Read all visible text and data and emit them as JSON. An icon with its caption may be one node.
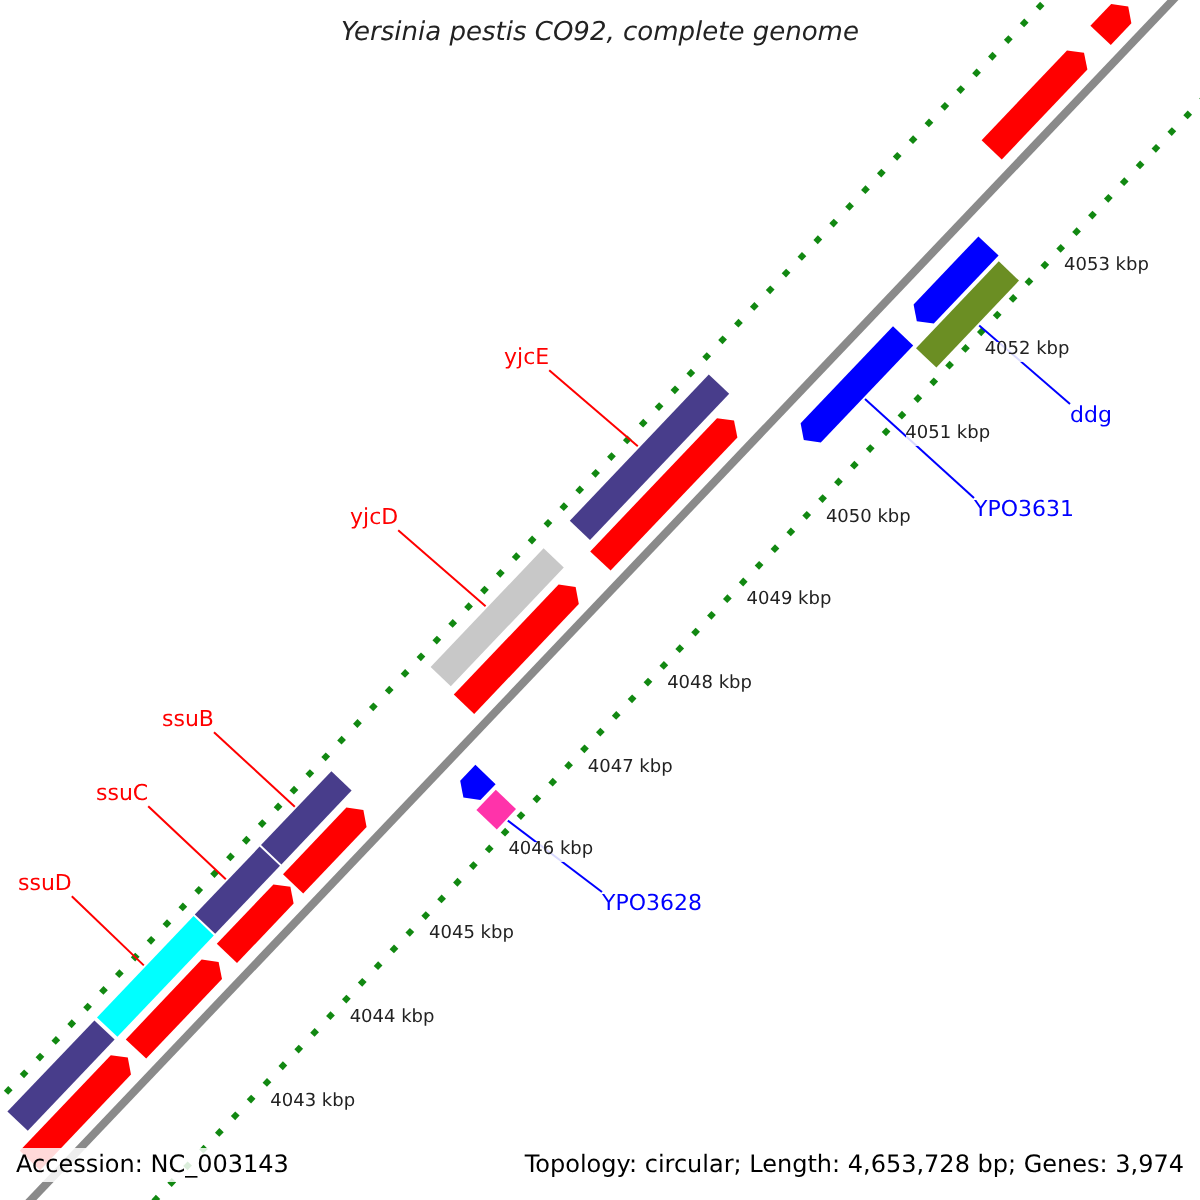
{
  "diagram": {
    "title": "Yersinia pestis CO92, complete genome",
    "nodes": [
      {
        "text": [
          "yjcE"
        ]
      },
      {
        "text": [],
        "shape": "bar"
      },
      {
        "text": [
          "ddg"
        ]
      },
      {
        "text": [],
        "shape": "bar"
      },
      {
        "text": [
          "YPO3631"
        ]
      },
      {
        "text": [],
        "shape": "bar"
      },
      {
        "text": [
          "yjcD"
        ]
      },
      {
        "text": [],
        "shape": "bar"
      },
      {
        "text": [
          "ssuB"
        ]
      },
      {
        "text": [],
        "shape": "bar"
      },
      {
        "text": [
          "ssuC"
        ]
      },
      {
        "text": [],
        "shape": "bar"
      },
      {
        "text": [
          "ssuD"
        ]
      },
      {
        "text": [],
        "shape": "bar"
      },
      {
        "text": [
          "YPO3628"
        ]
      },
      {
        "text": [],
        "shape": "bar"
      }
    ],
    "edges": [
      {
        "from": 0,
        "to": 1,
        "arrow": "none"
      },
      {
        "from": 2,
        "to": 3,
        "arrow": "none",
        "color": "#0000ff"
      },
      {
        "from": 4,
        "to": 5,
        "arrow": "none",
        "color": "#0000ff"
      },
      {
        "from": 6,
        "to": 7,
        "arrow": "none"
      },
      {
        "from": 8,
        "to": 9,
        "arrow": "none"
      },
      {
        "from": 10,
        "to": 11,
        "arrow": "none"
      },
      {
        "from": 12,
        "to": 13,
        "arrow": "none"
      },
      {
        "from": 14,
        "to": 15,
        "arrow": "none",
        "color": "#0000ff"
      }
    ],
    "labels": [
      "4053 kbp",
      "4052 kbp",
      "4051 kbp",
      "4050 kbp",
      "4049 kbp",
      "4048 kbp",
      "4047 kbp",
      "4046 kbp",
      "4045 kbp",
      "4044 kbp",
      "4043 kbp",
      "Accession: NC_003143",
      "Topology: circular; Length: 4,653,728 bp; Genes: 3,974"
    ]
  }
}
